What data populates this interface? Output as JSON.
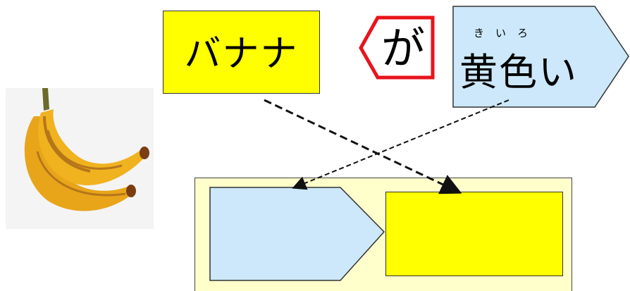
{
  "subject": {
    "text": "バナナ"
  },
  "particle": {
    "text": "が"
  },
  "predicate": {
    "text": "黄色い",
    "furigana": "きいろ"
  },
  "colors": {
    "subject_fill": "#ffff00",
    "predicate_fill": "#cce8fa",
    "particle_outline": "#e8141b",
    "area_fill": "#ffffcc",
    "stroke": "#333333"
  },
  "icons": {
    "illustration": "banana-icon"
  },
  "connections": [
    {
      "from": "subject-box",
      "to": "target-yellow-box",
      "style": "dashed-bold"
    },
    {
      "from": "predicate-box",
      "to": "target-blue-pentagon",
      "style": "dashed-thin"
    }
  ]
}
